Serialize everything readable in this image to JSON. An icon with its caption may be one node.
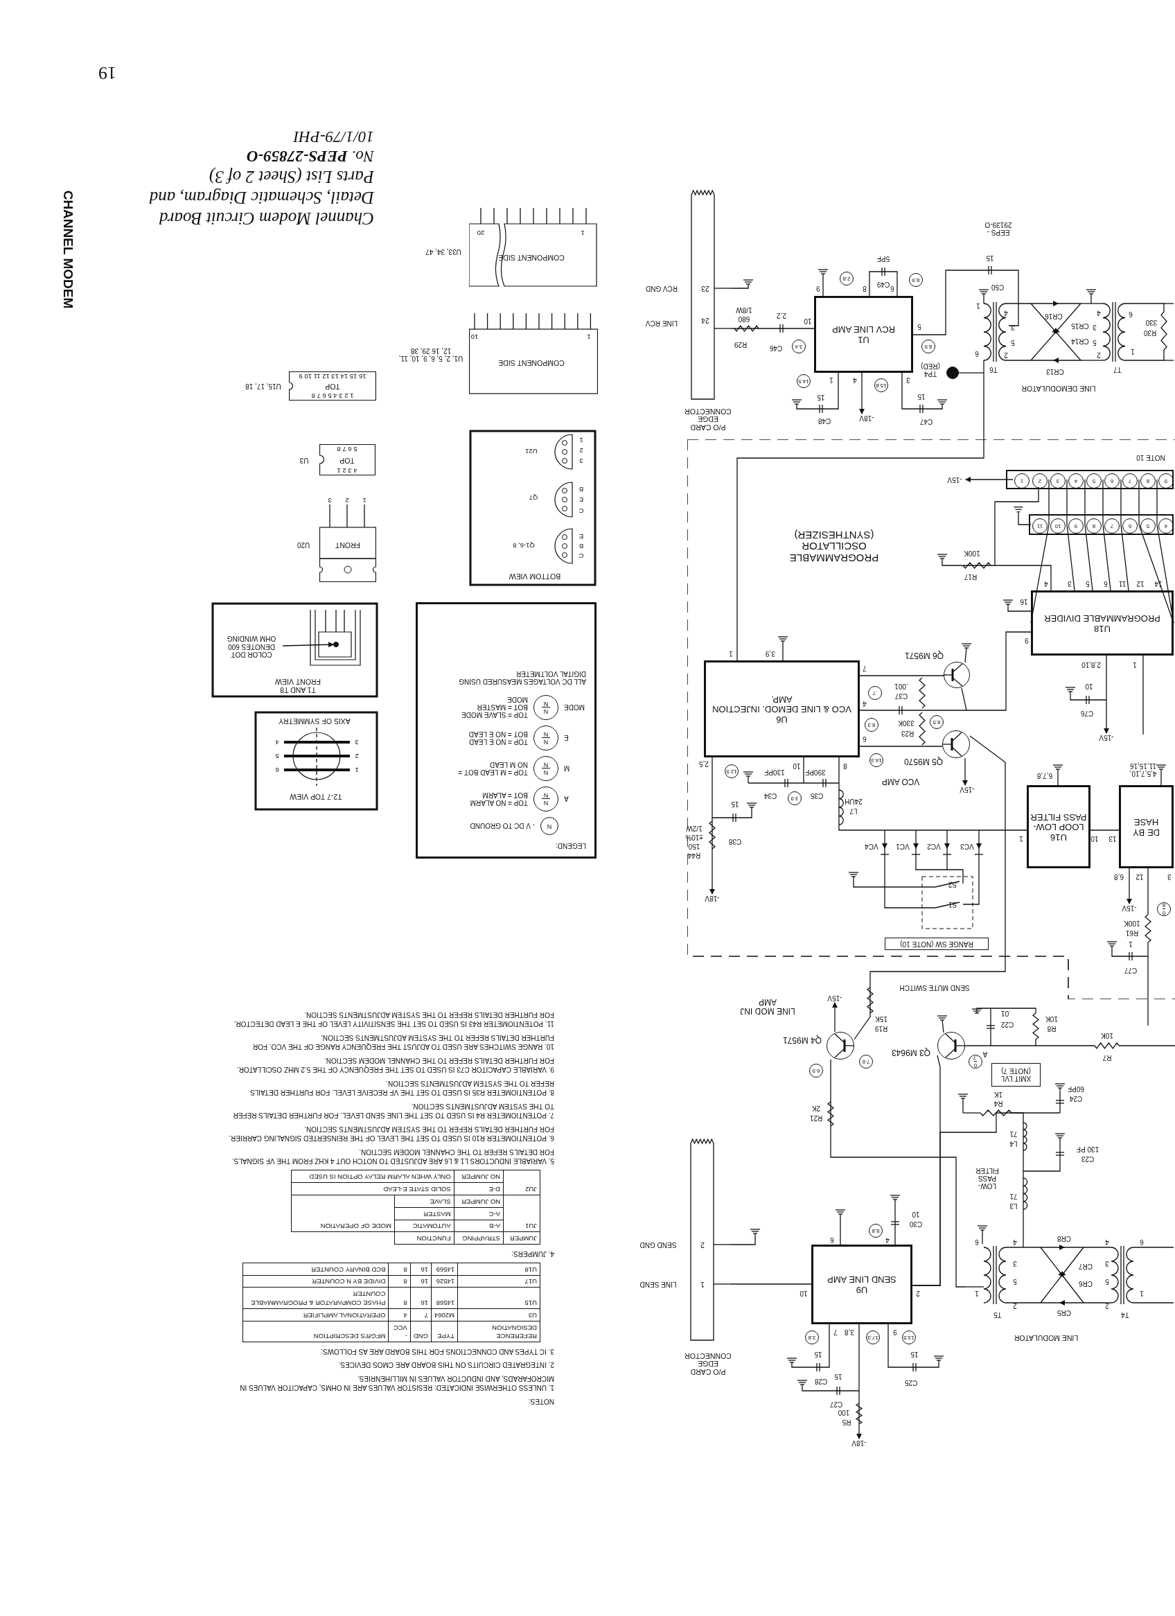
{
  "diagram": {
    "title": "Channel Modem Circuit Board Detail, Schematic Diagram, and Parts List (Sheet 2 of 3)",
    "nodes": [
      {
        "text": [
          "P/O CARD EDGE CONNECTOR",
          "23",
          "24"
        ],
        "beside": [
          "RCV GND",
          "LINE RCV"
        ]
      },
      {
        "text": [
          "U1",
          "RCV LINE AMP"
        ],
        "beside": [
          "10",
          "9",
          "8",
          "6",
          "5",
          "1",
          "4",
          "3"
        ]
      },
      {
        "text": [
          "LINE DEMODULATOR"
        ]
      },
      {
        "text": [
          "PROGRAMMABLE OSCILLATOR (SYNTHESIZER)"
        ]
      },
      {
        "text": [
          "U6",
          "VCO & LINE DEMOD. INJECTION AMP."
        ],
        "beside": [
          "1",
          "3,9",
          "7",
          "4",
          "6",
          "2,5",
          "10",
          "8"
        ],
        "in": 3
      },
      {
        "text": [
          "U18",
          "PROGRAMMABLE DIVIDER"
        ],
        "beside": [
          "4",
          "3",
          "5",
          "6",
          "11",
          "12",
          "14",
          "16",
          "9",
          "2,8,10",
          "1"
        ],
        "in": 3
      },
      {
        "text": [
          "U16",
          "LOOP LOW-PASS FILTER"
        ],
        "beside": [
          "6,7,8",
          "1",
          "10"
        ],
        "in": 3
      },
      {
        "text": [],
        "shape": "circle",
        "beside": [
          "Q6 M9571"
        ],
        "in": 3
      },
      {
        "text": [],
        "shape": "circle",
        "beside": [
          "Q5 M9570",
          "VCO AMP"
        ],
        "in": 3
      },
      {
        "text": [
          "RANGE SW (NOTE 10)"
        ],
        "in": 3
      },
      {
        "text": [],
        "shape": "box",
        "in": 3
      },
      {
        "text": [
          "1"
        ],
        "in": 10
      },
      {
        "text": [
          "2"
        ],
        "in": 10
      },
      {
        "text": [
          "3"
        ],
        "in": 10
      },
      {
        "text": [
          "4"
        ],
        "in": 10
      },
      {
        "text": [
          "5"
        ],
        "in": 10
      },
      {
        "text": [
          "6"
        ],
        "in": 10
      },
      {
        "text": [
          "7"
        ],
        "in": 10
      },
      {
        "text": [
          "8"
        ],
        "in": 10
      },
      {
        "text": [
          "9"
        ],
        "in": 10
      },
      {
        "text": [],
        "shape": "box",
        "in": 3
      },
      {
        "text": [
          "11"
        ],
        "in": 20
      },
      {
        "text": [
          "10"
        ],
        "in": 20
      },
      {
        "text": [
          "9"
        ],
        "in": 20
      },
      {
        "text": [
          "8"
        ],
        "in": 20
      },
      {
        "text": [
          "7"
        ],
        "in": 20
      },
      {
        "text": [
          "6"
        ],
        "in": 20
      },
      {
        "text": [
          "5"
        ],
        "in": 20
      },
      {
        "text": [
          "4"
        ],
        "in": 20
      },
      {
        "text": [
          "DE BY",
          "HASE"
        ],
        "beside": [
          "13",
          "4,5,7,10, 11,15,16",
          "12",
          "6,8",
          "3"
        ],
        "in": 3
      },
      {
        "text": [],
        "shape": "circle",
        "beside": [
          "Q3 M9643"
        ]
      },
      {
        "text": [],
        "shape": "circle",
        "beside": [
          "Q4 M9571",
          "LINE MOD INJ AMP"
        ]
      },
      {
        "text": [
          "XMIT LVL (NOTE 7)"
        ]
      },
      {
        "text": [
          "U9",
          "SEND LINE AMP"
        ],
        "beside": [
          "6",
          "4",
          "10",
          "2",
          "7",
          "3,8",
          "9"
        ]
      },
      {
        "text": [
          "P/O CARD EDGE CONNECTOR",
          "2",
          "1"
        ],
        "beside": [
          "SEND GND",
          "LINE SEND"
        ]
      },
      {
        "text": [
          "LINE MODULATOR"
        ]
      },
      {
        "text": [
          "2.8"
        ]
      },
      {
        "text": [
          "8.9"
        ]
      },
      {
        "text": [
          "3.4"
        ]
      },
      {
        "text": [
          "8.9"
        ]
      },
      {
        "text": [
          "14.5"
        ]
      },
      {
        "text": [
          "15.8"
        ]
      },
      {
        "text": [
          ".7"
        ],
        "in": 3
      },
      {
        "text": [
          "8.3"
        ],
        "in": 3
      },
      {
        "text": [
          "8.5"
        ],
        "in": 3
      },
      {
        "text": [
          "14.3"
        ],
        "in": 3
      },
      {
        "text": [
          "12.5"
        ],
        "in": 3
      },
      {
        "text": [
          "3.9"
        ],
        "in": 3
      },
      {
        "text": [
          "0",
          "8"
        ],
        "in": 3
      },
      {
        "text": [
          "7.6"
        ]
      },
      {
        "text": [
          "6.9"
        ]
      },
      {
        "text": [
          "0",
          ".7"
        ]
      },
      {
        "text": [
          "8.8"
        ]
      },
      {
        "text": [
          "3.8"
        ]
      },
      {
        "text": [
          "17.3"
        ]
      },
      {
        "text": [
          "13.5"
        ]
      },
      {
        "text": [
          "COMPONENT SIDE"
        ],
        "beside": [
          "U33, 34, 47"
        ]
      },
      {
        "text": [
          "COMPONENT SIDE"
        ],
        "beside": [
          "U1, 2, 5, 6, 9, 10, 11, 12, 16 29, 38"
        ]
      },
      {
        "text": [
          "TOP"
        ],
        "beside": [
          "U15, 17, 18"
        ]
      },
      {
        "text": [
          "TOP"
        ],
        "beside": [
          "U3"
        ]
      },
      {
        "text": [
          "FRONT"
        ],
        "beside": [
          "U20"
        ]
      },
      {
        "text": [
          "BOTTOM VIEW"
        ]
      },
      {
        "text": [
          "T1 AND T8 FRONT VIEW"
        ]
      },
      {
        "text": [
          "T2-7 TOP VIEW",
          "AXIS OF SYMMETRY"
        ]
      },
      {
        "text": [],
        "shape": "circle",
        "beside": [
          "TP4 (RED)"
        ]
      },
      {
        "text": [
          "COLOR DOT DENOTES 600 OHM WINDING"
        ],
        "in": 62
      },
      {
        "text": [],
        "shape": "circle",
        "in": 62
      },
      {
        "text": [
          "-18V"
        ]
      },
      {
        "text": [
          "-15V"
        ],
        "in": 3
      },
      {
        "text": [
          "-15V"
        ],
        "in": 3
      },
      {
        "text": [
          "-15V"
        ],
        "in": 3
      },
      {
        "text": [
          "-18V"
        ],
        "in": 3
      },
      {
        "text": [
          "-15V"
        ],
        "in": 3
      },
      {
        "text": [
          "-15V"
        ]
      },
      {
        "text": [
          "-18V"
        ]
      },
      {
        "text": [],
        "shape": "ground",
        "in": 3
      }
    ],
    "edges": [
      {
        "from": 0,
        "to": 1,
        "arrow": "none"
      },
      {
        "from": 1,
        "to": 2,
        "arrow": "none"
      },
      {
        "from": 2,
        "to": 4,
        "arrow": "none"
      },
      {
        "from": 4,
        "to": 7,
        "arrow": "none"
      },
      {
        "from": 4,
        "to": 8,
        "arrow": "none"
      },
      {
        "from": 7,
        "to": 5,
        "arrow": "none"
      },
      {
        "from": 6,
        "to": 4,
        "arrow": "none"
      },
      {
        "from": 29,
        "to": 6,
        "arrow": "none"
      },
      {
        "from": 8,
        "to": 31,
        "arrow": "none"
      },
      {
        "from": 30,
        "to": 33,
        "arrow": "none"
      },
      {
        "from": 33,
        "to": 34,
        "arrow": "none"
      },
      {
        "from": 31,
        "to": 35,
        "arrow": "none"
      },
      {
        "from": 65,
        "to": 66,
        "arrow": "to"
      },
      {
        "from": 64,
        "to": 2,
        "arrow": "none"
      },
      {
        "from": 1,
        "to": 67,
        "arrow": "to"
      },
      {
        "from": 4,
        "to": 71,
        "arrow": "to"
      },
      {
        "from": 8,
        "to": 70,
        "arrow": "to"
      },
      {
        "from": 5,
        "to": 69,
        "arrow": "to"
      },
      {
        "from": 11,
        "to": 68,
        "arrow": "to"
      },
      {
        "from": 29,
        "to": 72,
        "arrow": "to"
      },
      {
        "from": 31,
        "to": 73,
        "arrow": "to"
      },
      {
        "from": 33,
        "to": 74,
        "arrow": "to"
      },
      {
        "from": 12,
        "to": 5,
        "arrow": "none"
      },
      {
        "from": 13,
        "to": 22,
        "arrow": "none"
      },
      {
        "from": 14,
        "to": 23,
        "arrow": "none"
      },
      {
        "from": 15,
        "to": 24,
        "arrow": "none"
      },
      {
        "from": 16,
        "to": 25,
        "arrow": "none"
      },
      {
        "from": 17,
        "to": 26,
        "arrow": "none"
      },
      {
        "from": 18,
        "to": 27,
        "arrow": "none"
      },
      {
        "from": 19,
        "to": 28,
        "arrow": "none"
      },
      {
        "from": 22,
        "to": 5,
        "arrow": "none"
      },
      {
        "from": 23,
        "to": 5,
        "arrow": "none"
      },
      {
        "from": 24,
        "to": 5,
        "arrow": "none"
      },
      {
        "from": 25,
        "to": 5,
        "arrow": "none"
      },
      {
        "from": 26,
        "to": 5,
        "arrow": "none"
      },
      {
        "from": 27,
        "to": 5,
        "arrow": "none"
      },
      {
        "from": 28,
        "to": 5,
        "arrow": "none"
      },
      {
        "from": 21,
        "to": 75,
        "arrow": "none"
      },
      {
        "from": 35,
        "to": 33,
        "arrow": "none"
      }
    ],
    "labels": [
      "EEPS - 29139-O",
      "R29",
      "680",
      "1/8W",
      "2.2",
      "C46",
      "C49",
      "5PF",
      "15",
      "C48",
      "15",
      "C47",
      "15",
      "C50",
      "T6",
      "T7",
      "CR13",
      "CR16",
      "CR15",
      "CR14",
      "R30",
      "330",
      "1",
      "6",
      "4",
      "3",
      "5",
      "2",
      "4",
      "3",
      "5",
      "2",
      "6",
      "1",
      "NOTE 10",
      "R17",
      "100K",
      "10",
      "C76",
      "C37",
      ".001",
      "330K",
      "R23",
      "130PF",
      "390PF",
      "C34",
      "C35",
      "L7",
      "24UH",
      "15",
      "C38",
      "R44",
      "150",
      "±10%",
      "1/2W",
      "VC4",
      "VC1",
      "VC2",
      "VC3",
      "S2",
      "S1",
      "R61",
      "100K",
      "1",
      "C77",
      "R19",
      "15K",
      "C22",
      ".01",
      "R8",
      "10K",
      "R7",
      "10K",
      "A",
      "C24",
      "60PF",
      "R4",
      "1K",
      "L4",
      "71",
      "C23",
      "130 PF",
      "LOW-PASS FILTER",
      "L3",
      "71",
      "R21",
      "2K",
      "C30",
      "10",
      "6",
      "4",
      "3",
      "5",
      "1",
      "2",
      "T5",
      "4",
      "3",
      "5",
      "2",
      "T4",
      "6",
      "1",
      "CR5",
      "CR6",
      "CR7",
      "CR8",
      "15",
      "C28",
      "C27",
      "R5",
      "100",
      "15",
      "C25",
      "1",
      "20",
      "1",
      "10",
      "16 15 14 13 12 11 10 9",
      "1 2 3 4 5 6 7 8",
      "5 6 7 8",
      "4 3 2 1",
      "1",
      "2",
      "3",
      "U21",
      "Q7",
      "Q1-6, 8",
      "1",
      "2",
      "3",
      "B",
      "E",
      "C",
      "E",
      "B",
      "C",
      "1",
      "2",
      "3",
      "4",
      "5",
      "6",
      "LEGEND:",
      "N",
      "A",
      "N",
      "N",
      "M",
      "N",
      "N",
      "E",
      "N",
      "N",
      "MODE",
      "N",
      "N",
      "ALL DC VOLTAGES MEASURED USING DIGITAL VOLTMETER",
      "No. **PEPS-27859-O**",
      "10/1/79-PHI",
      "19",
      "CHANNEL MODEM",
      "NOTES:",
      "1. UNLESS OTHERWISE INDICATED: RESISTOR VALUES ARE IN OHMS, CAPACITOR VALUES IN MICROFARADS, AND INDUCTOR VALUES IN MILLIHENRIES.",
      "2. INTEGRATED CIRCUITS ON THIS BOARD ARE CMOS DEVICES.",
      "3. IC TYPES AND CONNECTIONS FOR THIS BOARD ARE AS FOLLOWS:",
      "REFERENCE DESIGNATION",
      "TYPE",
      "GND",
      "-VCC",
      "MFGR'S DESCRIPTION",
      "U3",
      "M2064",
      "7",
      "4",
      "OPERATIONAL AMPLIFIER",
      "U15",
      "14568",
      "16",
      "8",
      "PHASE COMPARATOR & PROGRAMMABLE COUNTER",
      "U17",
      "14526",
      "16",
      "8",
      "DIVIDE BY N COUNTER",
      "U18",
      "14569",
      "16",
      "8",
      "BCD BINARY COUNTER",
      "4. JUMPERS:",
      "JUMPER",
      "STRAPPING",
      "FUNCTION",
      "JU1",
      "A-B",
      "AUTOMATIC",
      "MODE OF OPERATION",
      "A-C",
      "MASTER",
      "NO JUMPER",
      "SLAVE",
      "JU2",
      "D-E",
      "SOLID STATE E-LEAD",
      "NO JUMPER",
      "ONLY WHEN ALARM RELAY OPTION IS USED",
      "5. VARIABLE INDUCTORS L1 & L6 ARE ADJUSTED TO NOTCH OUT 4 KHZ FROM THE VF SIGNALS. FOR DETAILS REFER TO THE CHANNEL MODEM SECTION.",
      "6. POTENTIOMETER R10 IS USED TO SET THE LEVEL OF THE REINSERTED SIGNALING CARRIER. FOR FURTHER DETAILS REFER TO THE SYSTEM ADJUSTMENTS SECTION.",
      "7. POTENTIOMETER R4 IS USED TO SET THE LINE SEND LEVEL. FOR FURTHER DETAILS REFER TO THE SYSTEM ADJUSTMENTS SECTION.",
      "8. POTENTIOMETER R35 IS USED TO SET THE VF RECEIVE LEVEL. FOR FURTHER DETAILS REFER TO THE SYSTEM ADJUSTMENTS SECTION.",
      "9. VARIABLE CAPACITOR C73 IS USED TO SET THE FREQUENCY OF THE 5.2 MHZ OSCILLATOR. FOR FURTHER DETAILS REFER TO THE CHANNEL MODEM SECTION.",
      "10. RANGE SWITCHES ARE USED TO ADJUST THE FREQUENCY RANGE OF THE VCO. FOR FURTHER DETAILS REFER TO THE SYSTEM ADJUSTMENTS SECTION.",
      "11. POTENTIOMETER R43 IS USED TO SET THE SENSITIVITY LEVEL OF THE E LEAD DETECTOR. FOR FURTHER DETAILS REFER TO THE SYSTEM ADJUSTMENTS SECTION.",
      "SEND MUTE SWITCH",
      "15"
    ],
    "legend": [
      {
        "text": "- V DC TO GROUND"
      },
      {
        "text": "TOP = NO ALARM BOT = ALARM"
      },
      {
        "text": "TOP = M LEAD BOT = NO M LEAD"
      },
      {
        "text": "TOP = NO E LEAD BOT = NO E LEAD"
      },
      {
        "text": "TOP = SLAVE MODE BOT = MASTER MODE"
      }
    ]
  }
}
